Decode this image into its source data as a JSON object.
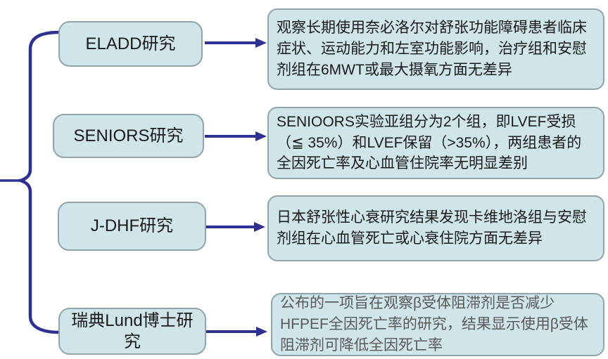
{
  "colors": {
    "accent": "#2e3192",
    "box-fill": "#cfe5e9",
    "box-border": "#8fa5ab",
    "text": "#1a1a1a",
    "text-muted": "#595959"
  },
  "diagram": {
    "studies": [
      {
        "name": "ELADD研究",
        "description": "观察长期使用奈必洛尔对舒张功能障碍患者临床症状、运动能力和左室功能影响，治疗组和安慰剂组在6MWT或最大摄氧方面无差异"
      },
      {
        "name": "SENIORS研究",
        "description": "SENIOORS实验亚组分为2个组，即LVEF受损（≦ 35%）和LVEF保留（>35%），两组患者的全因死亡率及心血管住院率无明显差别"
      },
      {
        "name": "J-DHF研究",
        "description": "日本舒张性心衰研究结果发现卡维地洛组与安慰剂组在心血管死亡或心衰住院方面无差异"
      },
      {
        "name": "瑞典Lund博士研究",
        "description": "公布的一项旨在观察β受体阻滞剂是否减少HFPEF全因死亡率的研究，结果显示使用β受体阻滞剂可降低全因死亡率"
      }
    ]
  }
}
